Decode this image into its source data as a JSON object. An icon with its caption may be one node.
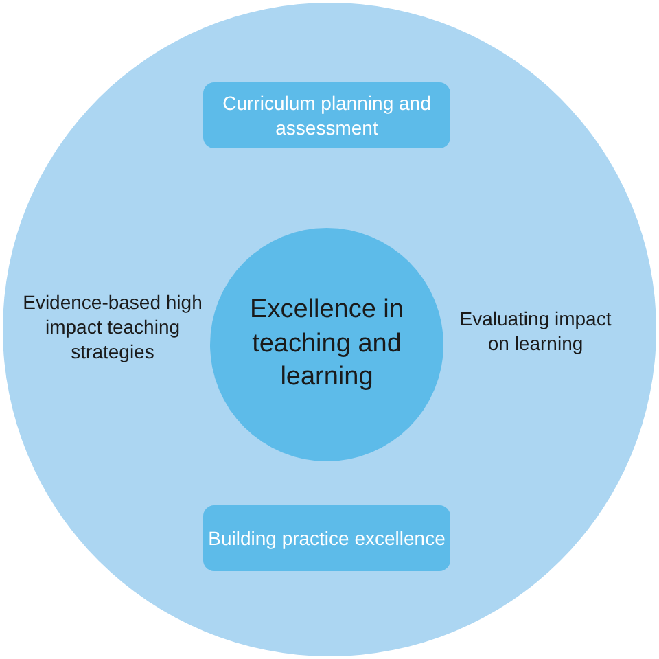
{
  "diagram": {
    "nodes": [
      {
        "text": [],
        "shape": "circle"
      },
      {
        "text": [
          "Curriculum planning and assessment"
        ],
        "in": 0
      },
      {
        "text": [
          "Evidence-based high impact teaching strategies"
        ],
        "in": 0
      },
      {
        "text": [
          "Excellence in teaching and learning"
        ],
        "in": 0
      },
      {
        "text": [
          "Evaluating impact on learning"
        ],
        "in": 0
      },
      {
        "text": [
          "Building practice excellence"
        ],
        "in": 0
      }
    ]
  }
}
